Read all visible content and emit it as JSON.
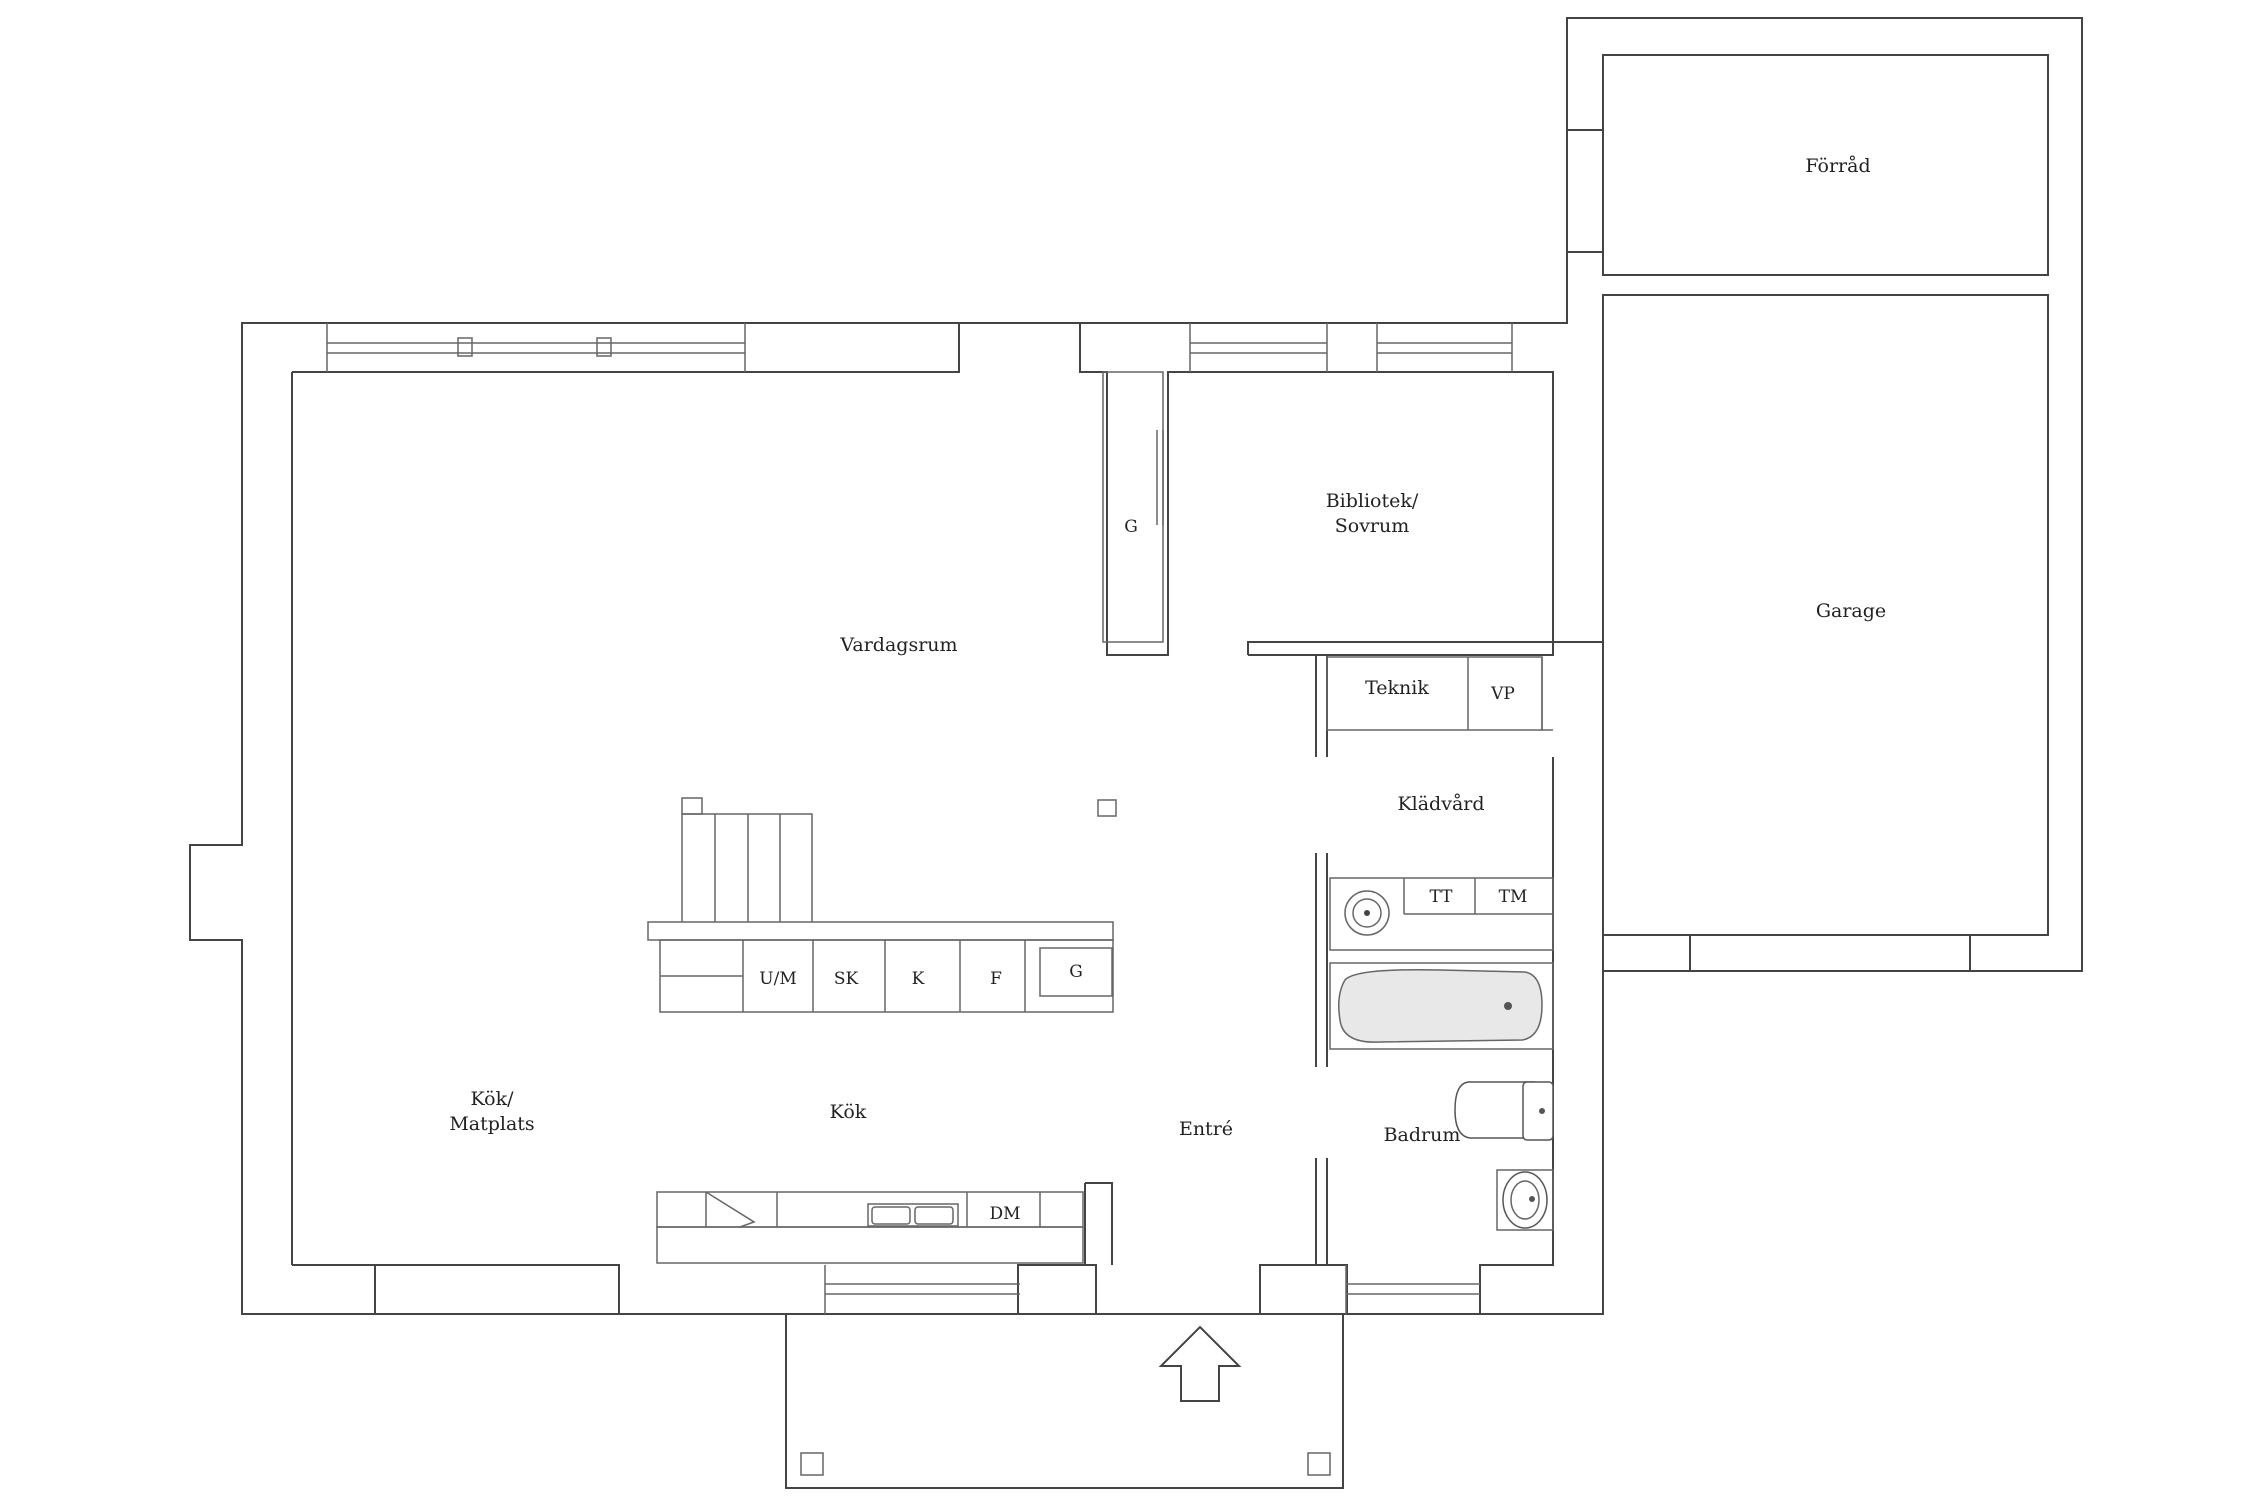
{
  "rooms": {
    "forrad": "Förråd",
    "garage": "Garage",
    "bibliotek_1": "Bibliotek/",
    "bibliotek_2": "Sovrum",
    "vardagsrum": "Vardagsrum",
    "teknik": "Teknik",
    "kladvard": "Klädvård",
    "kok_matplats_1": "Kök/",
    "kok_matplats_2": "Matplats",
    "kok": "Kök",
    "entre": "Entré",
    "badrum": "Badrum"
  },
  "fixtures": {
    "garderob_1": "G",
    "garderob_2": "G",
    "vp": "VP",
    "tt": "TT",
    "tm": "TM",
    "um": "U/M",
    "sk": "SK",
    "k": "K",
    "f": "F",
    "dm": "DM"
  },
  "icons": [
    "entrance-arrow-icon",
    "bathtub-icon",
    "toilet-icon",
    "washbasin-icon",
    "sink-icon",
    "stove-icon"
  ]
}
